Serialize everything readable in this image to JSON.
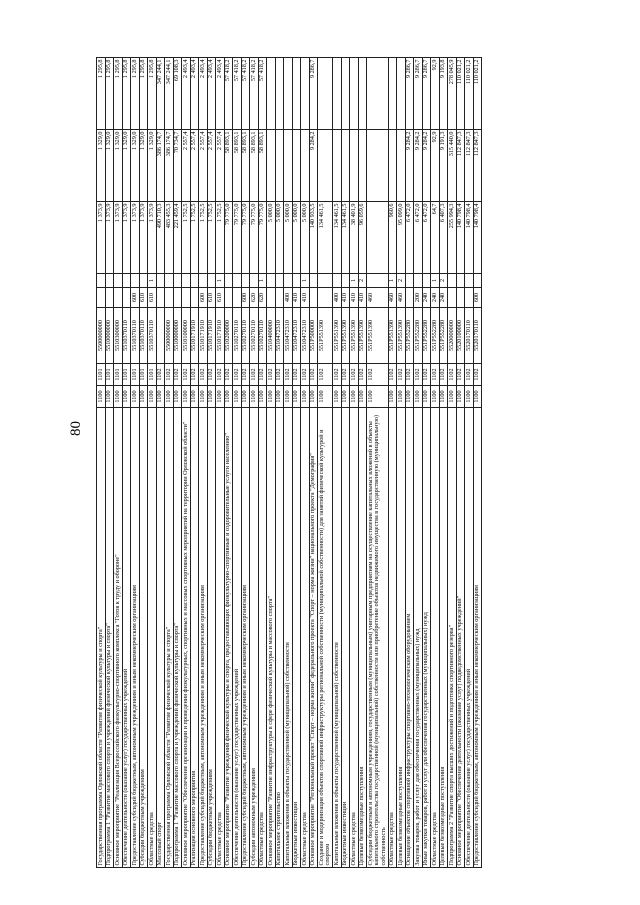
{
  "page": {
    "number": "80"
  },
  "table": {
    "rows": [
      [
        "Государственная программа Орловской области \"Развитие физической культуры и спорта\"",
        "1100",
        "1101",
        "5500000000",
        "",
        "",
        "1 373,9",
        "1 329,0",
        "1 295,8"
      ],
      [
        "Подпрограмма 1 \"Развитие массового спорта и учреждений физической культуры и спорта\"",
        "1100",
        "1101",
        "5510000000",
        "",
        "",
        "1 373,9",
        "1 329,0",
        "1 295,8"
      ],
      [
        "Основное мероприятие \"Реализация Всероссийского физкультурно-спортивного комплекса \"Готов к труду и обороне\"",
        "1100",
        "1101",
        "5510300000",
        "",
        "",
        "1 373,9",
        "1 329,0",
        "1 295,8"
      ],
      [
        "Обеспечение деятельности (оказание услуг) государственных учреждений",
        "1100",
        "1101",
        "5510370110",
        "",
        "",
        "1 373,9",
        "1 329,0",
        "1 295,8"
      ],
      [
        "Предоставление субсидий бюджетным, автономным учреждениям и иным некоммерческим организациям",
        "1100",
        "1101",
        "5510370110",
        "600",
        "",
        "1 373,9",
        "1 329,0",
        "1 295,8"
      ],
      [
        "Субсидии бюджетным учреждениям",
        "1100",
        "1101",
        "5510370110",
        "610",
        "",
        "1 373,9",
        "1 329,0",
        "1 295,8"
      ],
      [
        "Областные средства",
        "1100",
        "1101",
        "5510370110",
        "610",
        "1",
        "1 373,9",
        "1 329,0",
        "1 295,8"
      ],
      [
        "Массовый спорт",
        "1100",
        "1102",
        "",
        "",
        "",
        "490 710,3",
        "386 174,7",
        "347 244,1"
      ],
      [
        "Государственная программа Орловской области \"Развитие физической культуры и спорта\"",
        "1100",
        "1102",
        "5500000000",
        "",
        "",
        "483 455,3",
        "386 174,7",
        "347 244,1"
      ],
      [
        "Подпрограмма 1 \"Развитие массового спорта и учреждений физической культуры и спорта\"",
        "1100",
        "1102",
        "5510000000",
        "",
        "",
        "221 459,4",
        "70 734,7",
        "69 108,3"
      ],
      [
        "Основное мероприятие \"Обеспечение организации и проведения физкультурных, спортивных и массовых спортивных мероприятий на территории Орловской области\"",
        "1100",
        "1102",
        "5510100000",
        "",
        "",
        "1 752,5",
        "2 557,4",
        "2 493,4"
      ],
      [
        "Реализация основного мероприятия",
        "1100",
        "1102",
        "5510171910",
        "",
        "",
        "1 752,5",
        "2 557,4",
        "2 493,4"
      ],
      [
        "Предоставление субсидий бюджетным, автономным учреждениям и иным некоммерческим организациям",
        "1100",
        "1102",
        "5510171910",
        "600",
        "",
        "1 752,5",
        "2 557,4",
        "2 493,4"
      ],
      [
        "Субсидии бюджетным учреждениям",
        "1100",
        "1102",
        "5510171910",
        "610",
        "",
        "1 752,5",
        "2 557,4",
        "2 493,4"
      ],
      [
        "Областные средства",
        "1100",
        "1102",
        "5510171910",
        "610",
        "1",
        "1 752,5",
        "2 557,4",
        "2 493,4"
      ],
      [
        "Основное мероприятие \"Развитие учреждений физической культуры и спорта, предоставляющих физкультурно-спортивные и оздоровительные услуги населению\"",
        "1100",
        "1102",
        "5510200000",
        "",
        "",
        "79 775,0",
        "58 893,1",
        "57 418,2"
      ],
      [
        "Обеспечение деятельности (оказание услуг) государственных учреждений",
        "1100",
        "1102",
        "5510270110",
        "",
        "",
        "79 775,0",
        "58 893,1",
        "57 418,2"
      ],
      [
        "Предоставление субсидий бюджетным, автономным учреждениям и иным некоммерческим организациям",
        "1100",
        "1102",
        "5510270110",
        "600",
        "",
        "79 775,0",
        "58 893,1",
        "57 418,2"
      ],
      [
        "Субсидии автономным учреждениям",
        "1100",
        "1102",
        "5510270110",
        "620",
        "",
        "79 775,0",
        "58 893,1",
        "57 418,2"
      ],
      [
        "Областные средства",
        "1100",
        "1102",
        "5510270110",
        "620",
        "1",
        "79 775,0",
        "58 893,1",
        "57 418,2"
      ],
      [
        "Основное мероприятие \"Развитие инфраструктуры в сфере физической культуры и массового спорта\"",
        "1100",
        "1102",
        "5510400000",
        "",
        "",
        "5 000,0",
        "",
        ""
      ],
      [
        "Капитальное строительство",
        "1100",
        "1102",
        "5510472310",
        "",
        "",
        "5 000,0",
        "",
        ""
      ],
      [
        "Капитальные вложения в объекты государственной (муниципальной) собственности",
        "1100",
        "1102",
        "5510472310",
        "400",
        "",
        "5 000,0",
        "",
        ""
      ],
      [
        "Бюджетные инвестиции",
        "1100",
        "1102",
        "5510472310",
        "410",
        "",
        "5 000,0",
        "",
        ""
      ],
      [
        "Областные средства",
        "1100",
        "1102",
        "5510472310",
        "410",
        "1",
        "5 000,0",
        "",
        ""
      ],
      [
        "Основное мероприятие \"Региональный проект \"Спорт – норма жизни\" федерального проекта \"Спорт – норма жизни\" национального проекта \"Демография\"",
        "1100",
        "1102",
        "551P500000",
        "",
        "",
        "140 933,5",
        "9 284,2",
        "9 286,7"
      ],
      [
        "Создание и модернизация объектов спортивной инфраструктуры региональной собственности (муниципальной собственности) для занятий физической культурой и спортом",
        "1100",
        "1102",
        "551P551390",
        "",
        "",
        "134 461,5",
        "",
        ""
      ],
      [
        "Капитальные вложения в объекты государственной (муниципальной) собственности",
        "1100",
        "1102",
        "551P551390",
        "400",
        "",
        "134 461,5",
        "",
        ""
      ],
      [
        "Бюджетные инвестиции",
        "1100",
        "1102",
        "551P551390",
        "410",
        "",
        "134 461,5",
        "",
        ""
      ],
      [
        "Областные средства",
        "1100",
        "1102",
        "551P551390",
        "410",
        "1",
        "38 401,9",
        "",
        ""
      ],
      [
        "Целевые безвозмездные поступления",
        "1100",
        "1102",
        "551P551390",
        "410",
        "2",
        "96 059,6",
        "",
        ""
      ],
      [
        "Субсидии бюджетным и автономным учреждениям, государственным (муниципальным) унитарным предприятиям на осуществление капитальных вложений в объекты капитального строительства государственной (муниципальной) собственности или приобретение объектов недвижимого имущества в государственную (муниципальную) собственность",
        "1100",
        "1102",
        "551P551390",
        "460",
        "",
        "",
        "",
        ""
      ],
      [
        "Областные средства",
        "1100",
        "1102",
        "551P551390",
        "460",
        "1",
        "960,6",
        "",
        ""
      ],
      [
        "Целевые безвозмездные поступления",
        "1100",
        "1102",
        "551P551390",
        "460",
        "2",
        "95 099,0",
        "",
        ""
      ],
      [
        "Оснащение объектов спортивной инфраструктуры спортивно-технологическим оборудованием",
        "1100",
        "1102",
        "551P552280",
        "",
        "",
        "6 472,0",
        "9 284,2",
        "9 286,7"
      ],
      [
        "Закупка товаров, работ и услуг для обеспечения государственных (муниципальных) нужд",
        "1100",
        "1102",
        "551P552280",
        "200",
        "",
        "6 472,0",
        "9 284,2",
        "9 286,7"
      ],
      [
        "Иные закупки товаров, работ и услуг для обеспечения государственных (муниципальных) нужд",
        "1100",
        "1102",
        "551P552280",
        "240",
        "",
        "6 472,0",
        "9 284,2",
        "9 286,7"
      ],
      [
        "Областные средства",
        "1100",
        "1102",
        "551P552280",
        "240",
        "1",
        "64,7",
        "92,9",
        "92,9"
      ],
      [
        "Целевые безвозмездные поступления",
        "1100",
        "1102",
        "551P552280",
        "240",
        "2",
        "6 407,3",
        "9 191,3",
        "9 193,8"
      ],
      [
        "Подпрограмма 2 \"Развитие спорта высших достижений и подготовка спортивного резерва\"",
        "1100",
        "1102",
        "5520000000",
        "",
        "",
        "255 994,3",
        "315 440,0",
        "278 045,9"
      ],
      [
        "Основное мероприятие \"Обеспечение деятельности (оказание услуг) подведомственных учреждений\"",
        "1100",
        "1102",
        "5520100000",
        "",
        "",
        "140 798,4",
        "112 847,3",
        "110 021,2"
      ],
      [
        "Обеспечение деятельности (оказание услуг) государственных учреждений",
        "1100",
        "1102",
        "5520170110",
        "",
        "",
        "140 798,4",
        "112 847,3",
        "110 021,2"
      ],
      [
        "Предоставление субсидий бюджетным, автономным учреждениям и иным некоммерческим организациям",
        "1100",
        "1102",
        "5520170110",
        "600",
        "",
        "140 798,4",
        "112 847,3",
        "110 021,2"
      ]
    ]
  }
}
